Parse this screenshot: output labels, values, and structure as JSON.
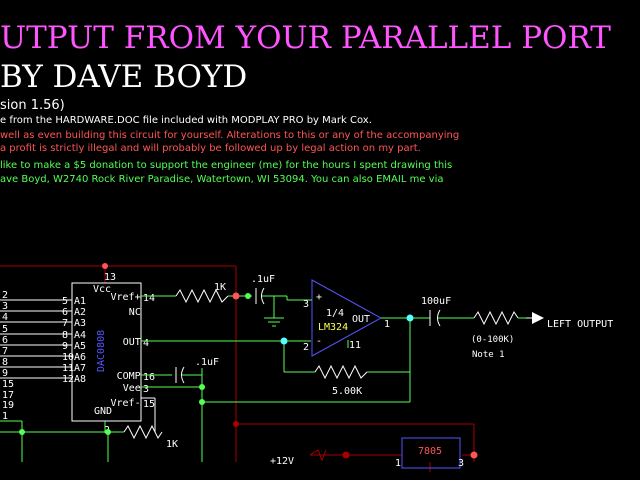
{
  "header": {
    "title": "UTPUT FROM YOUR PARALLEL PORT",
    "author": "BY DAVE BOYD",
    "version": "sion 1.56)"
  },
  "notes": [
    "e from the HARDWARE.DOC file included with MODPLAY PRO by Mark Cox.",
    "well as even building this circuit for yourself.  Alterations to this or any of the accompanying",
    "a profit is strictly illegal and will probably be followed up by legal action on my part.",
    " like to make a $5 donation to support the engineer (me) for the hours I spent drawing this",
    "ave Boyd, W2740 Rock River Paradise, Watertown, WI  53094.  You can also EMAIL me via"
  ],
  "dac": {
    "part": "DAC0808",
    "vcc_pin": "13",
    "vcc_label": "Vcc",
    "pins_left": [
      {
        "num": "5",
        "label": "A1"
      },
      {
        "num": "6",
        "label": "A2"
      },
      {
        "num": "7",
        "label": "A3"
      },
      {
        "num": "8",
        "label": "A4"
      },
      {
        "num": "9",
        "label": "A5"
      },
      {
        "num": "10",
        "label": "A6"
      },
      {
        "num": "11",
        "label": "A7"
      },
      {
        "num": "12",
        "label": "A8"
      }
    ],
    "pins_right": [
      {
        "num": "14",
        "label": "Vref+"
      },
      {
        "num": "",
        "label": "NC"
      },
      {
        "num": "4",
        "label": "OUT"
      },
      {
        "num": "16",
        "label": "COMP"
      },
      {
        "num": "3",
        "label": "Vee"
      },
      {
        "num": "15",
        "label": "Vref-"
      }
    ],
    "gnd_label": "GND",
    "gnd_pin": "2"
  },
  "port_pins": [
    "2",
    "3",
    "4",
    "5",
    "6",
    "7",
    "8",
    "9",
    "15",
    "17",
    "19",
    "1"
  ],
  "components": {
    "r_vref": "1K",
    "r_vrefminus": "1K",
    "cap_in": ".1uF",
    "cap_comp": ".1uF",
    "cap_out": "100uF",
    "r_feedback": "5.00K",
    "pot_range": "(0-100K)",
    "pot_note": "Note 1",
    "output_label": "LEFT OUTPUT",
    "supply": "+12V",
    "regulator": "7805",
    "reg_pin_in": "1",
    "reg_pin_out": "3"
  },
  "opamp": {
    "frac": "1/4",
    "part": "LM324",
    "out_label": "OUT",
    "pin_plus": "3",
    "pin_minus": "2",
    "pin_out": "1",
    "pin_v": "11",
    "plus": "+",
    "minus": "-"
  },
  "colors": {
    "title": "#ff55ff",
    "author": "#ffffff",
    "note_white": "#ffffff",
    "note_red": "#ff5555",
    "note_green": "#55ff55",
    "wire": "#55ff55",
    "wire_red": "#aa0000",
    "wire_blue": "#0000aa",
    "pin": "#aa0000",
    "chip_border": "#ffffff",
    "chip_fill": "#000000",
    "chip_part": "#5555ff",
    "opamp": "#5555ff",
    "resistor": "#ffffff",
    "dot_red": "#ff5555",
    "dot_green": "#55ff55",
    "dot_cyan": "#55ffff",
    "dot_dkred": "#aa0000",
    "label": "#ffffff",
    "label_yellow": "#ffff55",
    "reg_text": "#ff5555"
  }
}
